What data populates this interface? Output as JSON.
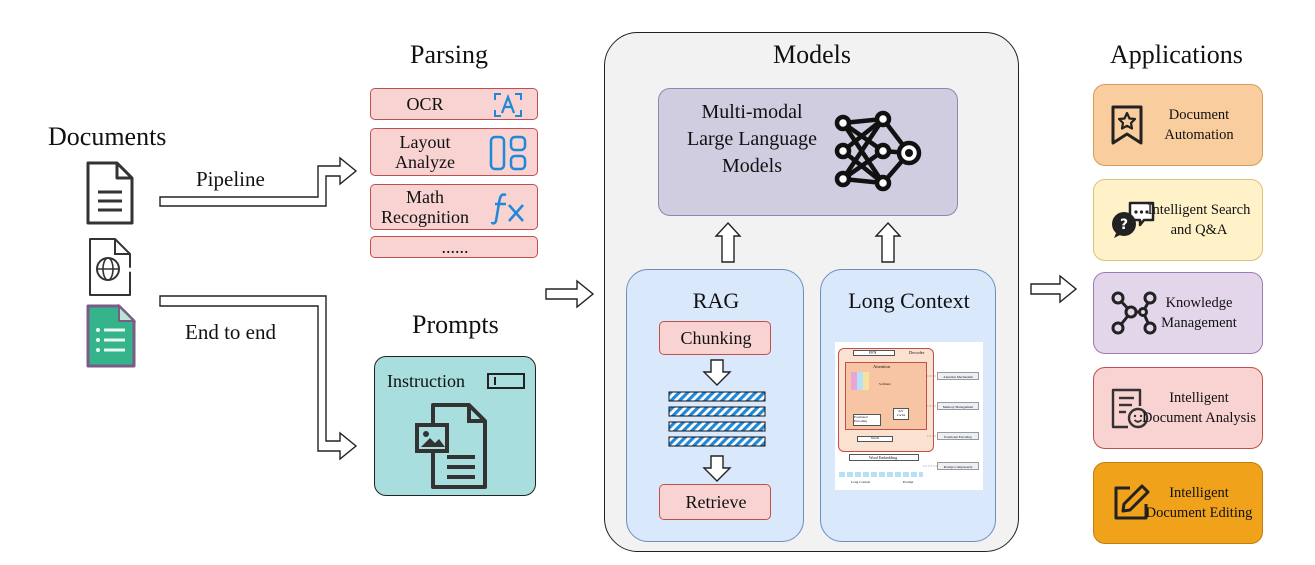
{
  "documents": {
    "title": "Documents",
    "pipeline_label": "Pipeline",
    "end_to_end_label": "End to end"
  },
  "parsing": {
    "title": "Parsing",
    "items": [
      {
        "label": "OCR",
        "icon": "ocr-icon"
      },
      {
        "label": "Layout Analyze",
        "icon": "layout-icon"
      },
      {
        "label": "Math Recognition",
        "icon": "function-icon"
      },
      {
        "label": "......",
        "icon": ""
      }
    ]
  },
  "prompts": {
    "title": "Prompts",
    "instruction_label": "Instruction"
  },
  "models": {
    "title": "Models",
    "mllm_label": "Multi-modal Large Language Models",
    "rag": {
      "title": "RAG",
      "chunking": "Chunking",
      "retrieve": "Retrieve"
    },
    "long_context": {
      "title": "Long Context",
      "diagram": {
        "decoder": "Decoder",
        "ffn": "FFN",
        "attention": "Attention",
        "softmax": "Softmax",
        "positional_encoding": "Positional Encoding",
        "kv_cache": "KV Cache",
        "norm": "Norm",
        "word_embedding": "Word Embedding",
        "long_context": "Long Context",
        "prompt": "Prompt",
        "attention_mechanism": "Attention Mechanism",
        "memory_management": "Memory Management",
        "positional_encoding_side": "Positional Encoding",
        "prompt_compression": "Prompt Compression"
      }
    }
  },
  "applications": {
    "title": "Applications",
    "items": [
      {
        "label": "Document Automation",
        "icon": "bookmark-star-icon",
        "fill": "#f9cd9e",
        "border": "#d79b58"
      },
      {
        "label": "Intelligent Search and Q&A",
        "icon": "question-chat-icon",
        "fill": "#fff2c9",
        "border": "#d9c27a"
      },
      {
        "label": "Knowledge Management",
        "icon": "network-icon",
        "fill": "#e3d5ea",
        "border": "#9d7cb3"
      },
      {
        "label": "Intelligent Document Analysis",
        "icon": "document-face-icon",
        "fill": "#f8d3d2",
        "border": "#c0504d"
      },
      {
        "label": "Intelligent Document Editing",
        "icon": "edit-icon",
        "fill": "#f0a21a",
        "border": "#c07e0c"
      }
    ]
  },
  "colors": {
    "accent_blue": "#1f88d8",
    "models_bg": "#f2f2f2",
    "mllm_bg": "#d0cde1",
    "rag_bg": "#dae8fc",
    "prompt_bg": "#a8dedd",
    "chunk_stripe": "#1f88d8"
  }
}
